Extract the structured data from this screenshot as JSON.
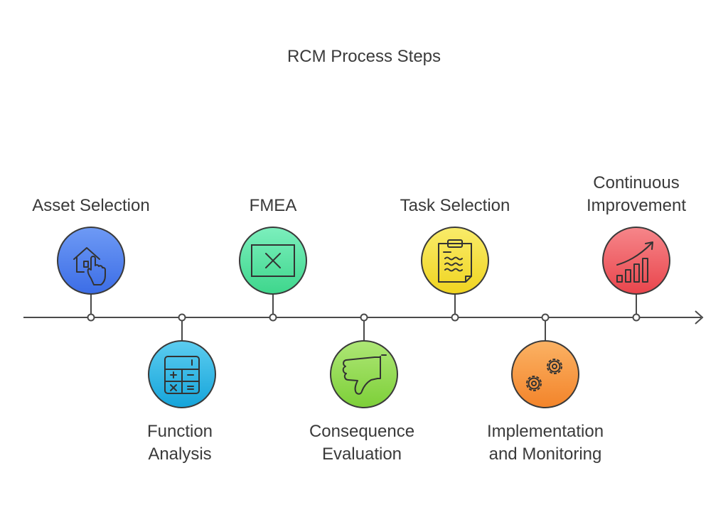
{
  "title": "RCM Process Steps",
  "steps": [
    {
      "lines": [
        "Asset Selection"
      ],
      "icon": "house-hand-icon",
      "color": "#4a7df0"
    },
    {
      "lines": [
        "Function",
        "Analysis"
      ],
      "icon": "calculator-icon",
      "color": "#21b5e6"
    },
    {
      "lines": [
        "FMEA"
      ],
      "icon": "x-box-icon",
      "color": "#4ee29e"
    },
    {
      "lines": [
        "Consequence",
        "Evaluation"
      ],
      "icon": "thumbs-down-icon",
      "color": "#8fd94a"
    },
    {
      "lines": [
        "Task Selection"
      ],
      "icon": "clipboard-icon",
      "color": "#f7e234"
    },
    {
      "lines": [
        "Implementation",
        "and Monitoring"
      ],
      "icon": "gears-icon",
      "color": "#f99b3c"
    },
    {
      "lines": [
        "Continuous",
        "Improvement"
      ],
      "icon": "growth-chart-icon",
      "color": "#f05c62"
    }
  ]
}
